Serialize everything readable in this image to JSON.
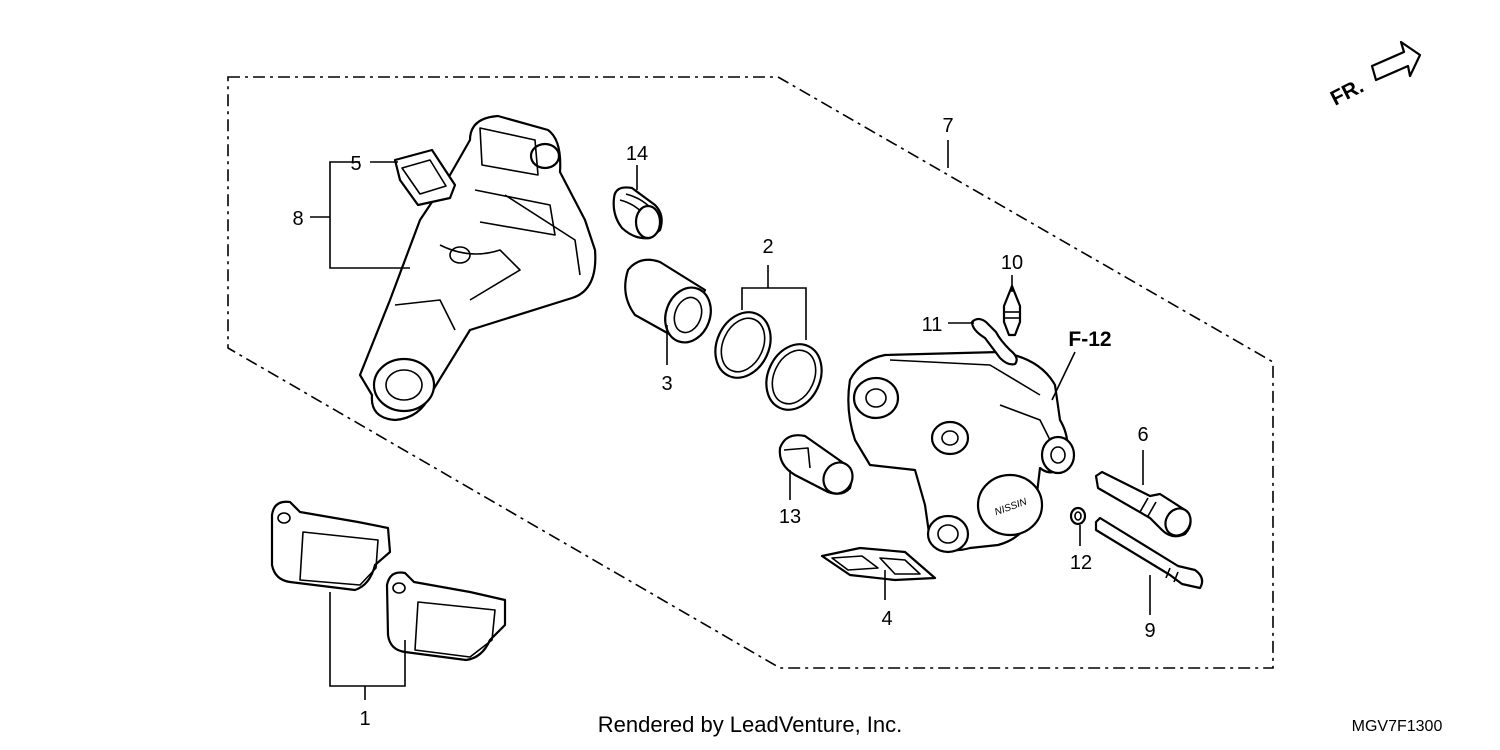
{
  "callouts": {
    "c1": "1",
    "c2": "2",
    "c3": "3",
    "c4": "4",
    "c5": "5",
    "c6": "6",
    "c7": "7",
    "c8": "8",
    "c9": "9",
    "c10": "10",
    "c11": "11",
    "c12": "12",
    "c13": "13",
    "c14": "14"
  },
  "reference": "F-12",
  "direction": "FR.",
  "credit": "Rendered by LeadVenture, Inc.",
  "diagram_code": "MGV7F1300",
  "caliper_brand": "NISSIN",
  "icons": {
    "direction": "front-arrow-icon"
  }
}
